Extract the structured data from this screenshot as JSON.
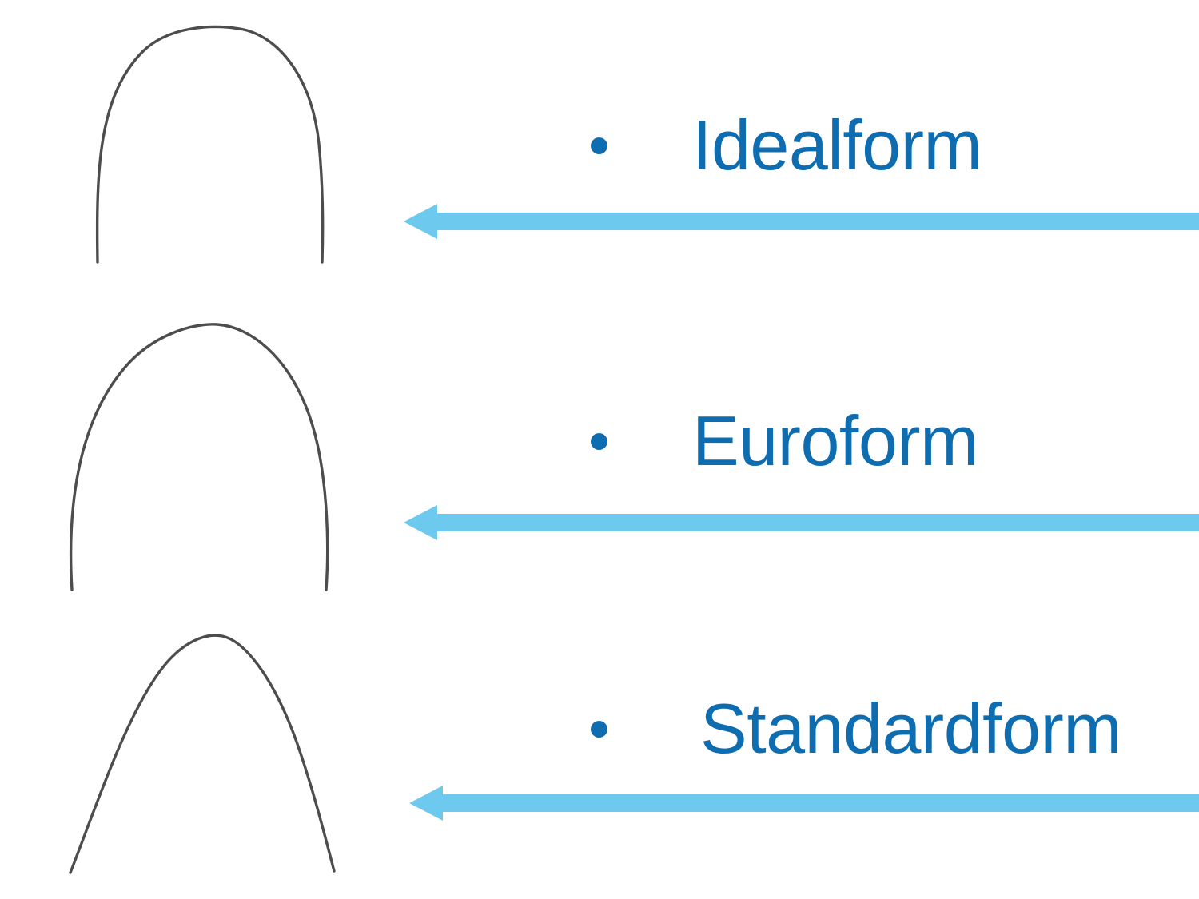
{
  "slide": {
    "background_color": "#ffffff",
    "title": "",
    "text_color": "#0E6DB0",
    "arrow_color": "#6DC9EE",
    "wire_color": "#4D4D4D"
  },
  "rows": [
    {
      "label": "Idealform",
      "bullet_glyph": "bullet-dot",
      "arrow": {
        "name": "left-arrow",
        "direction": "left",
        "color": "#6DC9EE"
      },
      "arch": {
        "name": "archwire-idealform",
        "shape_description": "wide square U-shaped archwire with near-vertical legs and broad flat apex"
      }
    },
    {
      "label": "Euroform",
      "bullet_glyph": "bullet-dot",
      "arrow": {
        "name": "left-arrow",
        "direction": "left",
        "color": "#6DC9EE"
      },
      "arch": {
        "name": "archwire-euroform",
        "shape_description": "ovoid archwire, rounded apex with gently tapering legs"
      }
    },
    {
      "label": "Standardform",
      "bullet_glyph": "bullet-dot",
      "arrow": {
        "name": "left-arrow",
        "direction": "left",
        "color": "#6DC9EE"
      },
      "arch": {
        "name": "archwire-standardform",
        "shape_description": "tapered V-shaped archwire with narrow rounded apex and splayed legs"
      }
    }
  ]
}
